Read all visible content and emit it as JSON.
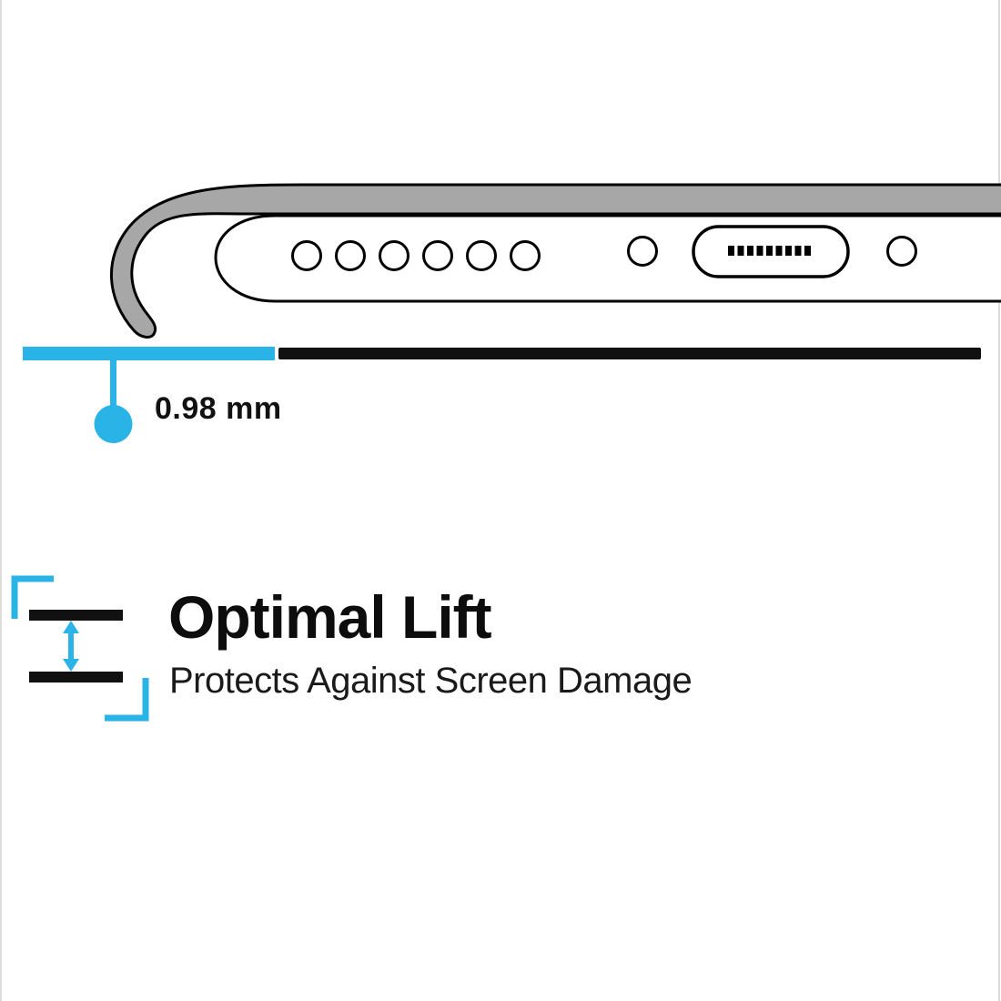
{
  "measurement": {
    "value": "0.98 mm"
  },
  "feature": {
    "title": "Optimal Lift",
    "subtitle": "Protects Against Screen Damage"
  },
  "colors": {
    "accent": "#29b3e6",
    "ink": "#0d0d0d",
    "case_gray": "#a7a7a7",
    "border_gray": "#dcdcdc"
  }
}
